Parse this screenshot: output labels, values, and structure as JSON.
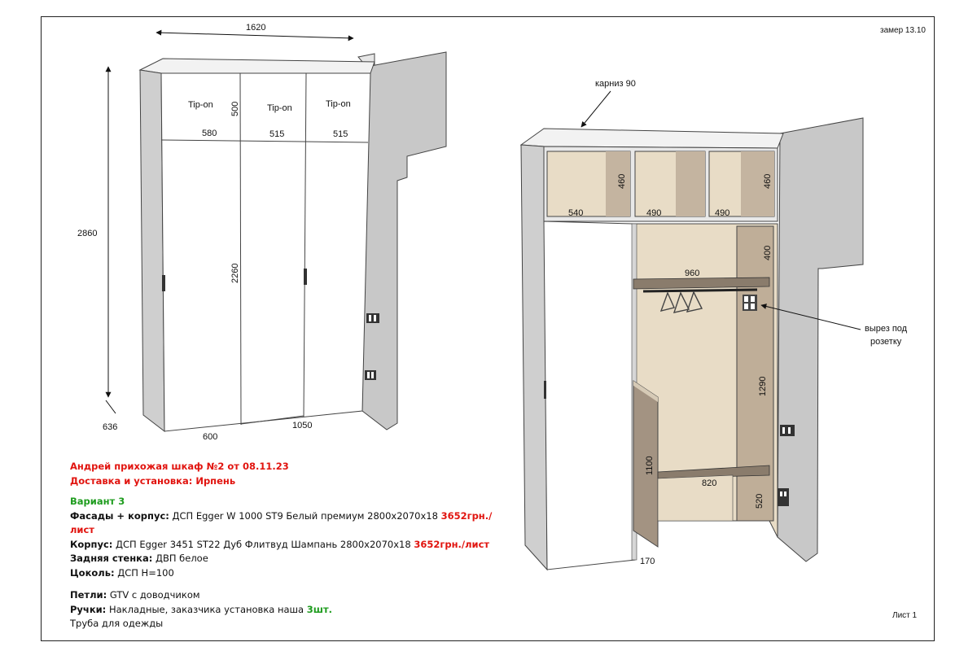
{
  "header": {
    "measure_date": "замер 13.10",
    "sheet": "Лист 1"
  },
  "left_view": {
    "dims": {
      "width_top": "1620",
      "height_total": "2860",
      "depth": "636",
      "door_height": "2260",
      "top_height": "500",
      "top_w1": "580",
      "top_w2": "515",
      "top_w3": "515",
      "bottom_left": "600",
      "bottom_right": "1050"
    },
    "tipon": [
      "Tip-on",
      "Tip-on",
      "Tip-on"
    ]
  },
  "right_view": {
    "dims": {
      "cornice": "карниз 90",
      "shelf1": "540",
      "shelf2": "490",
      "shelf3": "490",
      "top_h1": "460",
      "top_h2": "460",
      "rod_width": "960",
      "upper_h": "400",
      "mid_h": "1290",
      "low_h": "1100",
      "bottom_w": "820",
      "bottom_h": "520",
      "side_d": "170"
    },
    "socket_note": [
      "вырез под",
      "розетку"
    ]
  },
  "spec": {
    "title": "Андрей прихожая шкаф №2 от 08.11.23",
    "delivery": "Доставка и установка: Ирпень",
    "variant": "Вариант 3",
    "facades_label": "Фасады + корпус:",
    "facades_value": " ДСП Egger W 1000 ST9 Белый премиум 2800х2070х18 ",
    "facades_price": "3652грн./лист",
    "body_label": "Корпус:",
    "body_value": " ДСП Egger 3451 ST22 Дуб Флитвуд Шампань 2800х2070х18 ",
    "body_price": "3652грн./лист",
    "back_label": "Задняя стенка:",
    "back_value": "  ДВП белое",
    "plinth_label": "Цоколь:",
    "plinth_value": "  ДСП Н=100",
    "hinges_label": "Петли:",
    "hinges_value": " GTV с доводчиком",
    "handles_label": "Ручки:",
    "handles_value": " Накладные, заказчика установка наша ",
    "handles_qty": "3шт.",
    "pipe": "Труба для одежды"
  }
}
